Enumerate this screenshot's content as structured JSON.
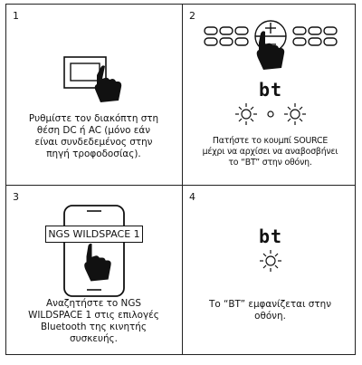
{
  "panels": [
    {
      "number": "1",
      "lines": [
        "Ρυθμίστε τον διακόπτη στη",
        "θέση DC ή AC (μόνο εάν",
        "είναι συνδεδεμένος στην",
        "πηγή τροφοδοσίας)."
      ]
    },
    {
      "number": "2",
      "display_text": "bt",
      "lines": [
        "Πατήστε το κουμπί SOURCE",
        "μέχρι να αρχίσει να αναβοσβήνει",
        "το “BT” στην οθόνη."
      ]
    },
    {
      "number": "3",
      "device_name": "NGS WILDSPACE 1",
      "lines": [
        "Αναζητήστε το NGS",
        "WILDSPACE 1 στις επιλογές",
        "Bluetooth της κινητής",
        "συσκευής."
      ]
    },
    {
      "number": "4",
      "display_text": "bt",
      "lines": [
        "Το “BT” εμφανίζεται στην",
        "οθόνη."
      ]
    }
  ]
}
